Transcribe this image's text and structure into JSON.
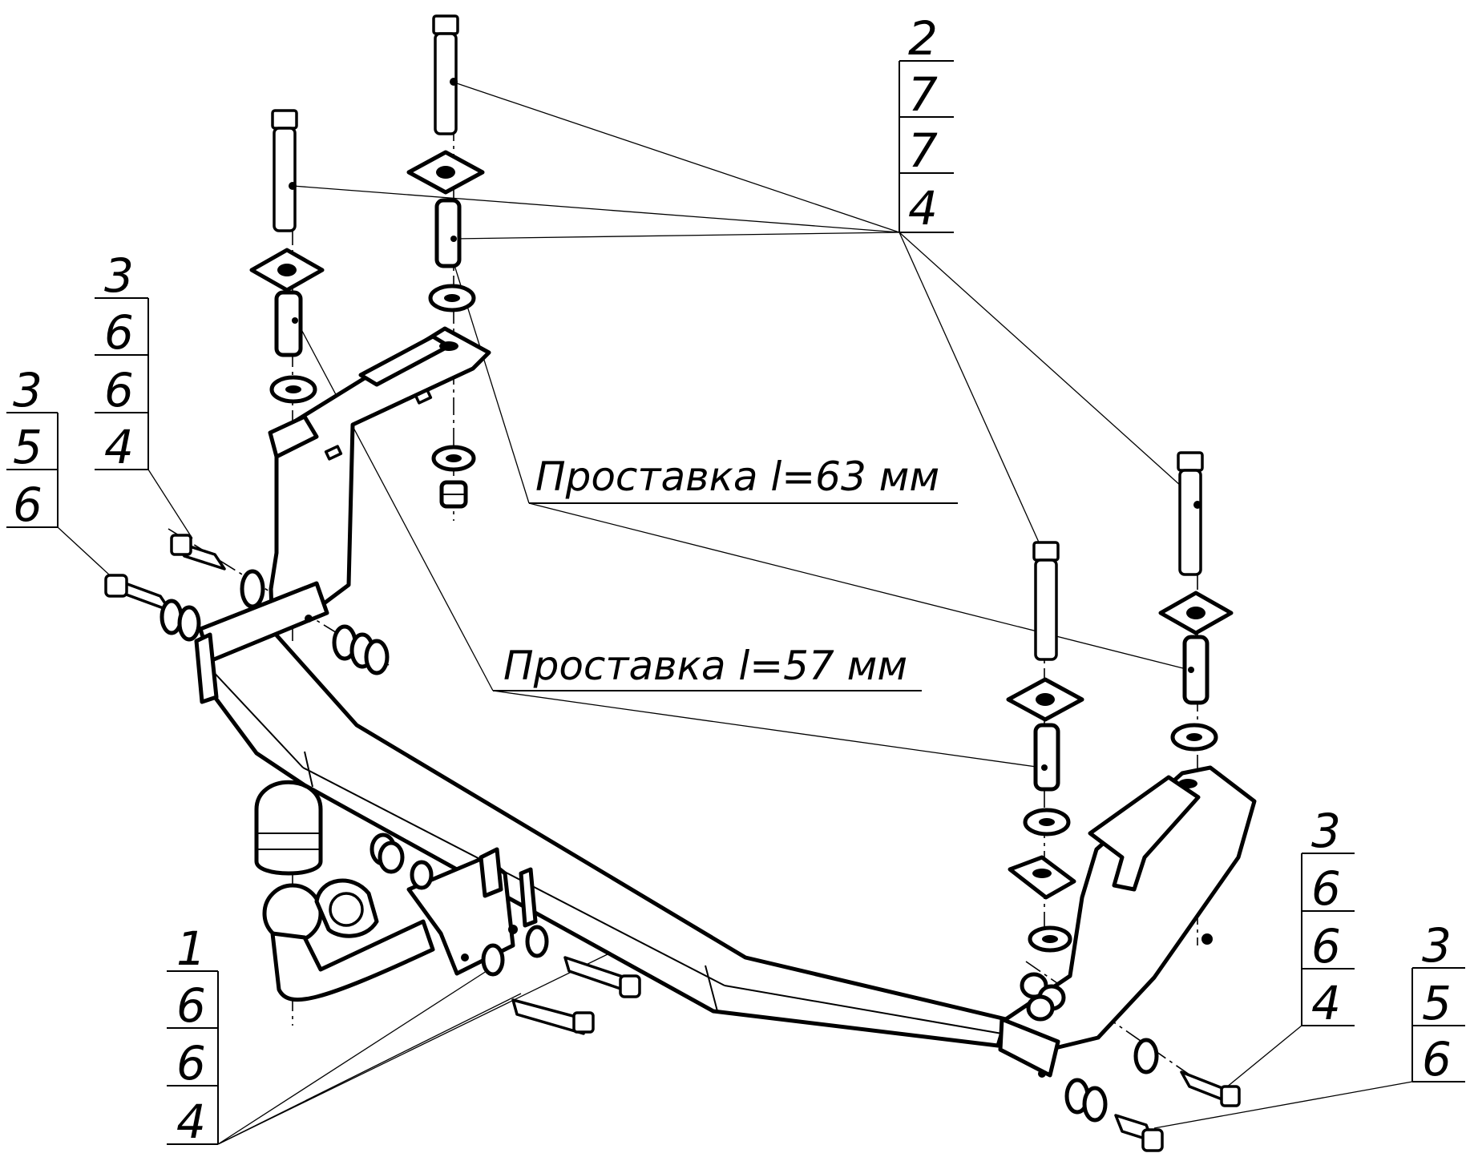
{
  "callouts": [
    {
      "id": "top-right",
      "numbers": [
        "2",
        "7",
        "7",
        "4"
      ]
    },
    {
      "id": "left-upper",
      "numbers": [
        "3",
        "6",
        "6",
        "4"
      ]
    },
    {
      "id": "left-lower",
      "numbers": [
        "3",
        "5",
        "6"
      ]
    },
    {
      "id": "bottom-left",
      "numbers": [
        "1",
        "6",
        "6",
        "4"
      ]
    },
    {
      "id": "right-upper",
      "numbers": [
        "3",
        "6",
        "6",
        "4"
      ]
    },
    {
      "id": "right-lower",
      "numbers": [
        "3",
        "5",
        "6"
      ]
    }
  ],
  "notes": {
    "spacer_63": "Проставка l=63 мм",
    "spacer_57": "Проставка l=57 мм"
  }
}
